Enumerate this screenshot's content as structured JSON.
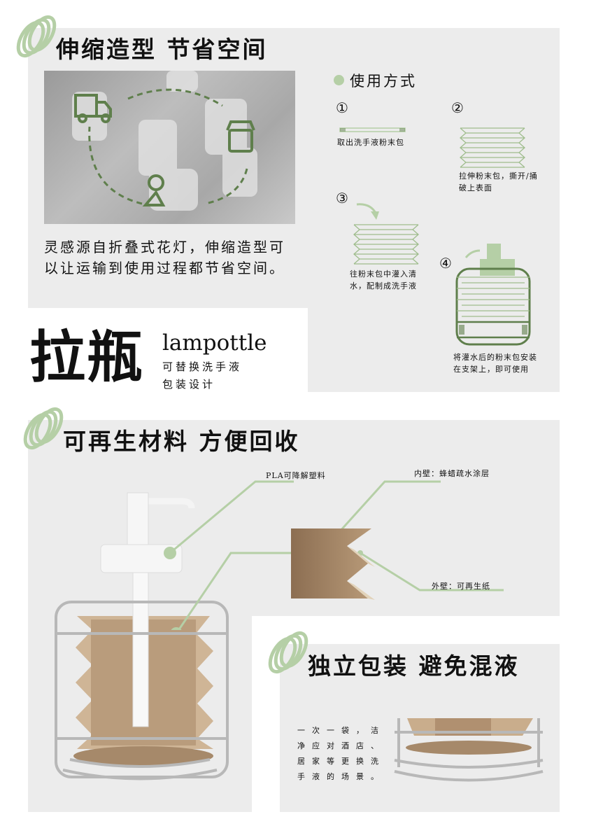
{
  "section1": {
    "heading": "伸缩造型 节省空间",
    "description": "灵感源自折叠式花灯，伸缩造型可以让运输到使用过程都节省空间。"
  },
  "usage": {
    "heading": "使用方式",
    "steps": [
      {
        "number": "①",
        "text": "取出洗手液粉末包"
      },
      {
        "number": "②",
        "text": "拉伸粉末包，撕开/捅破上表面"
      },
      {
        "number": "③",
        "text": "往粉末包中灌入清水，配制成洗手液"
      },
      {
        "number": "④",
        "text": "将灌水后的粉末包安装在支架上，即可使用"
      }
    ]
  },
  "brand": {
    "title": "拉瓶",
    "name_en": "lampottle",
    "subtitle_line1": "可替换洗手液",
    "subtitle_line2": "包装设计"
  },
  "section2": {
    "heading": "可再生材料 方便回收",
    "labels": {
      "pla": "PLA可降解塑料",
      "inner": "内壁：蜂蜡疏水涂层",
      "outer": "外壁：可再生纸"
    }
  },
  "section3": {
    "heading": "独立包装 避免混液",
    "description": "一次一袋，洁净应对酒店、居家等更换洗手液的场景。"
  },
  "colors": {
    "accent": "#b5cfa6",
    "accent_dark": "#5f7f4c",
    "panel": "#ececec",
    "kraft": "#b89a78"
  }
}
